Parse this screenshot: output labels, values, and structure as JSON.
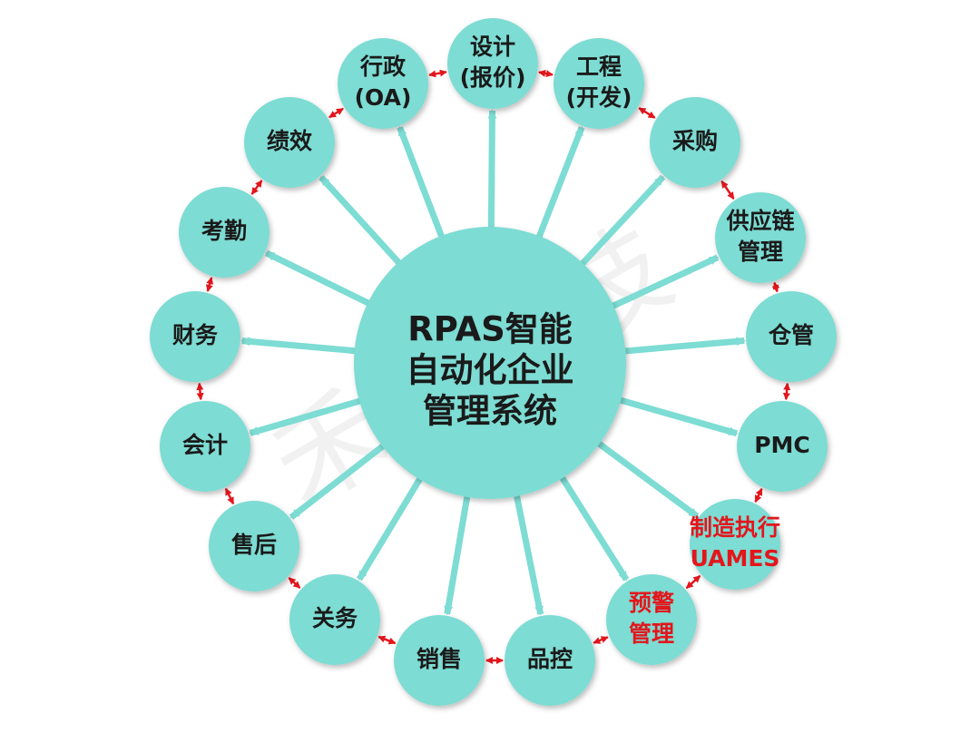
{
  "center": {
    "lines": [
      "RPAS智能",
      "自动化企业",
      "管理系统"
    ]
  },
  "watermark": "禾盈科技",
  "colors": {
    "node_fill": "#7ddcd3",
    "arrow": "#7ddcd3",
    "link": "#e3161c",
    "text": "#1a1a1a",
    "highlight_text": "#e3161c"
  },
  "nodes": [
    {
      "id": "design",
      "lines": [
        "设计",
        "(报价)"
      ]
    },
    {
      "id": "engineering",
      "lines": [
        "工程",
        "(开发)"
      ]
    },
    {
      "id": "purchase",
      "lines": [
        "采购"
      ]
    },
    {
      "id": "supply-chain",
      "lines": [
        "供应链",
        "管理"
      ]
    },
    {
      "id": "warehouse",
      "lines": [
        "仓管"
      ]
    },
    {
      "id": "pmc",
      "lines": [
        "PMC"
      ]
    },
    {
      "id": "uames",
      "lines": [
        "制造执行",
        "UAMES"
      ],
      "highlight": true
    },
    {
      "id": "warning",
      "lines": [
        "预警",
        "管理"
      ],
      "highlight": true
    },
    {
      "id": "qc",
      "lines": [
        "品控"
      ]
    },
    {
      "id": "sales",
      "lines": [
        "销售"
      ]
    },
    {
      "id": "customs",
      "lines": [
        "关务"
      ]
    },
    {
      "id": "after-sales",
      "lines": [
        "售后"
      ]
    },
    {
      "id": "accounting",
      "lines": [
        "会计"
      ]
    },
    {
      "id": "finance",
      "lines": [
        "财务"
      ]
    },
    {
      "id": "attendance",
      "lines": [
        "考勤"
      ]
    },
    {
      "id": "performance",
      "lines": [
        "绩效"
      ]
    },
    {
      "id": "admin",
      "lines": [
        "行政",
        "(OA)"
      ]
    }
  ]
}
